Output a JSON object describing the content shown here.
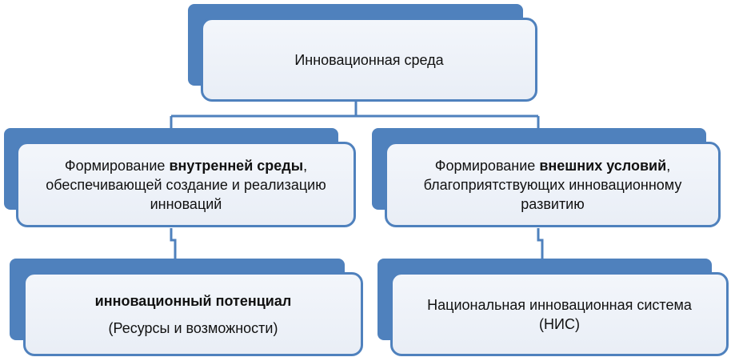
{
  "root": {
    "text": "Инновационная среда"
  },
  "left": {
    "prefix": "Формирование ",
    "bold": "внутренней среды",
    "suffix": ",",
    "line2": "обеспечивающей создание и реализацию",
    "line3": "инноваций"
  },
  "right": {
    "prefix": "Формирование ",
    "bold": "внешних условий",
    "suffix": ",",
    "line2": "благоприятствующих инновационному",
    "line3": "развитию"
  },
  "left_child": {
    "title": "инновационный потенциал",
    "subtitle": "(Ресурсы и возможности)"
  },
  "right_child": {
    "line1": "Национальная инновационная система",
    "line2": "(НИС)"
  },
  "colors": {
    "accent": "#4f81bd",
    "fill": "#eef2f8"
  }
}
